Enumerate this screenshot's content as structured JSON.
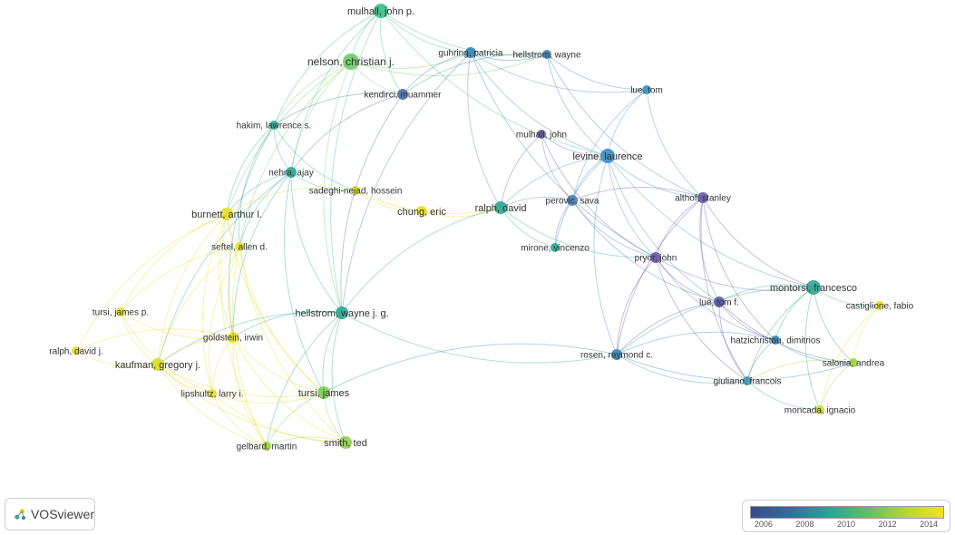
{
  "app": {
    "name": "VOSviewer"
  },
  "legend": {
    "gradient": [
      "#3b4a8c",
      "#2f6f9a",
      "#27a39a",
      "#5cc063",
      "#b5d630",
      "#f0e51c"
    ],
    "ticks": [
      "2006",
      "2008",
      "2010",
      "2012",
      "2014"
    ]
  },
  "nodes": [
    {
      "id": "mulhall_jp",
      "label": "mulhall, john p.",
      "color": "#3dbd8a"
    },
    {
      "id": "nelson",
      "label": "nelson, christian j.",
      "color": "#6fcd6a"
    },
    {
      "id": "guhring",
      "label": "guhring, patricia",
      "color": "#3d84b5"
    },
    {
      "id": "hellstrom_w",
      "label": "hellstrom, wayne",
      "color": "#3d84b5"
    },
    {
      "id": "kendirci",
      "label": "kendirci, muammer",
      "color": "#4d70a8"
    },
    {
      "id": "lue_tom",
      "label": "lue, tom",
      "color": "#3d92c0"
    },
    {
      "id": "hakim",
      "label": "hakim, lawrence s.",
      "color": "#2fa890"
    },
    {
      "id": "mulhall_j",
      "label": "mulhall, john",
      "color": "#6a5aa8"
    },
    {
      "id": "levine",
      "label": "levine, laurence",
      "color": "#3d8ebf"
    },
    {
      "id": "nehra",
      "label": "nehra, ajay",
      "color": "#2fa890"
    },
    {
      "id": "sadeghi",
      "label": "sadeghi-nejad, hossein",
      "color": "#e0de2a"
    },
    {
      "id": "althof",
      "label": "althof, stanley",
      "color": "#6a5aa8"
    },
    {
      "id": "perovic",
      "label": "perovic, sava",
      "color": "#4d80b8"
    },
    {
      "id": "burnett",
      "label": "burnett, arthur l.",
      "color": "#e6e02a"
    },
    {
      "id": "chung",
      "label": "chung, eric",
      "color": "#e6e02a"
    },
    {
      "id": "ralph_d",
      "label": "ralph, david",
      "color": "#2fa890"
    },
    {
      "id": "seftel",
      "label": "seftel, allen d.",
      "color": "#e6e02a"
    },
    {
      "id": "mirone",
      "label": "mirone, vincenzo",
      "color": "#2fa890"
    },
    {
      "id": "pryor",
      "label": "pryor, john",
      "color": "#6a5aa8"
    },
    {
      "id": "montorsi",
      "label": "montorsi, francesco",
      "color": "#2fa890"
    },
    {
      "id": "tursi_jp",
      "label": "tursi, james p.",
      "color": "#e6e02a"
    },
    {
      "id": "hellstrom_wjg",
      "label": "hellstrom, wayne j. g.",
      "color": "#2fa890"
    },
    {
      "id": "lue_tf",
      "label": "lue, tom f.",
      "color": "#5a58a4"
    },
    {
      "id": "castiglione",
      "label": "castiglione, fabio",
      "color": "#e6e02a"
    },
    {
      "id": "goldstein",
      "label": "goldstein, irwin",
      "color": "#e6e02a"
    },
    {
      "id": "hatzichristou",
      "label": "hatzichristou, dimitrios",
      "color": "#3d84b5"
    },
    {
      "id": "ralph_dj",
      "label": "ralph, david j.",
      "color": "#e6e02a"
    },
    {
      "id": "rosen",
      "label": "rosen, raymond c.",
      "color": "#3d84b5"
    },
    {
      "id": "kaufman",
      "label": "kaufman, gregory j.",
      "color": "#d9dc2c"
    },
    {
      "id": "salonia",
      "label": "salonia, andrea",
      "color": "#9fd240"
    },
    {
      "id": "lipshultz",
      "label": "lipshultz, larry i.",
      "color": "#e6e02a"
    },
    {
      "id": "giuliano",
      "label": "giuliano, francois",
      "color": "#3d9ab8"
    },
    {
      "id": "tursi_j",
      "label": "tursi, james",
      "color": "#7ccf5a"
    },
    {
      "id": "moncada",
      "label": "moncada, ignacio",
      "color": "#c8da2e"
    },
    {
      "id": "smith",
      "label": "smith, ted",
      "color": "#8fd250"
    },
    {
      "id": "gelbard",
      "label": "gelbard, martin",
      "color": "#9fd240"
    }
  ],
  "edges": [
    [
      "mulhall_jp",
      "nelson"
    ],
    [
      "mulhall_jp",
      "guhring"
    ],
    [
      "mulhall_jp",
      "kendirci"
    ],
    [
      "mulhall_jp",
      "hellstrom_w"
    ],
    [
      "mulhall_jp",
      "hakim"
    ],
    [
      "mulhall_jp",
      "nehra"
    ],
    [
      "mulhall_jp",
      "hellstrom_wjg"
    ],
    [
      "mulhall_jp",
      "levine"
    ],
    [
      "nelson",
      "kendirci"
    ],
    [
      "nelson",
      "hakim"
    ],
    [
      "nelson",
      "nehra"
    ],
    [
      "nelson",
      "burnett"
    ],
    [
      "nelson",
      "guhring"
    ],
    [
      "nelson",
      "hellstrom_w"
    ],
    [
      "nelson",
      "seftel"
    ],
    [
      "nelson",
      "hellstrom_wjg"
    ],
    [
      "guhring",
      "hellstrom_w"
    ],
    [
      "guhring",
      "kendirci"
    ],
    [
      "guhring",
      "levine"
    ],
    [
      "guhring",
      "lue_tom"
    ],
    [
      "guhring",
      "ralph_d"
    ],
    [
      "guhring",
      "pryor"
    ],
    [
      "guhring",
      "hellstrom_wjg"
    ],
    [
      "hellstrom_w",
      "lue_tom"
    ],
    [
      "hellstrom_w",
      "levine"
    ],
    [
      "hellstrom_w",
      "althof"
    ],
    [
      "hellstrom_w",
      "kendirci"
    ],
    [
      "kendirci",
      "hakim"
    ],
    [
      "kendirci",
      "nehra"
    ],
    [
      "kendirci",
      "hellstrom_wjg"
    ],
    [
      "lue_tom",
      "levine"
    ],
    [
      "lue_tom",
      "perovic"
    ],
    [
      "lue_tom",
      "althof"
    ],
    [
      "mulhall_j",
      "levine"
    ],
    [
      "mulhall_j",
      "perovic"
    ],
    [
      "mulhall_j",
      "ralph_d"
    ],
    [
      "mulhall_j",
      "pryor"
    ],
    [
      "levine",
      "perovic"
    ],
    [
      "levine",
      "ralph_d"
    ],
    [
      "levine",
      "althof"
    ],
    [
      "levine",
      "pryor"
    ],
    [
      "levine",
      "rosen"
    ],
    [
      "levine",
      "mirone"
    ],
    [
      "levine",
      "lue_tf"
    ],
    [
      "levine",
      "montorsi"
    ],
    [
      "hakim",
      "nehra"
    ],
    [
      "hakim",
      "burnett"
    ],
    [
      "hakim",
      "seftel"
    ],
    [
      "hakim",
      "goldstein"
    ],
    [
      "hakim",
      "sadeghi"
    ],
    [
      "nehra",
      "hellstrom_wjg"
    ],
    [
      "nehra",
      "burnett"
    ],
    [
      "nehra",
      "seftel"
    ],
    [
      "nehra",
      "sadeghi"
    ],
    [
      "nehra",
      "tursi_j"
    ],
    [
      "nehra",
      "goldstein"
    ],
    [
      "nehra",
      "kaufman"
    ],
    [
      "sadeghi",
      "chung"
    ],
    [
      "sadeghi",
      "burnett"
    ],
    [
      "sadeghi",
      "ralph_d"
    ],
    [
      "althof",
      "pryor"
    ],
    [
      "althof",
      "lue_tf"
    ],
    [
      "althof",
      "montorsi"
    ],
    [
      "althof",
      "hatzichristou"
    ],
    [
      "althof",
      "giuliano"
    ],
    [
      "althof",
      "rosen"
    ],
    [
      "althof",
      "perovic"
    ],
    [
      "perovic",
      "ralph_d"
    ],
    [
      "perovic",
      "mirone"
    ],
    [
      "perovic",
      "pryor"
    ],
    [
      "perovic",
      "lue_tf"
    ],
    [
      "burnett",
      "seftel"
    ],
    [
      "burnett",
      "goldstein"
    ],
    [
      "burnett",
      "kaufman"
    ],
    [
      "burnett",
      "tursi_jp"
    ],
    [
      "burnett",
      "lipshultz"
    ],
    [
      "burnett",
      "gelbard"
    ],
    [
      "burnett",
      "ralph_dj"
    ],
    [
      "burnett",
      "tursi_j"
    ],
    [
      "chung",
      "ralph_d"
    ],
    [
      "ralph_d",
      "mirone"
    ],
    [
      "ralph_d",
      "pryor"
    ],
    [
      "ralph_d",
      "hellstrom_wjg"
    ],
    [
      "seftel",
      "goldstein"
    ],
    [
      "seftel",
      "kaufman"
    ],
    [
      "seftel",
      "lipshultz"
    ],
    [
      "seftel",
      "tursi_jp"
    ],
    [
      "seftel",
      "tursi_j"
    ],
    [
      "seftel",
      "smith"
    ],
    [
      "seftel",
      "gelbard"
    ],
    [
      "pryor",
      "lue_tf"
    ],
    [
      "pryor",
      "montorsi"
    ],
    [
      "pryor",
      "hatzichristou"
    ],
    [
      "pryor",
      "giuliano"
    ],
    [
      "pryor",
      "rosen"
    ],
    [
      "montorsi",
      "lue_tf"
    ],
    [
      "montorsi",
      "hatzichristou"
    ],
    [
      "montorsi",
      "giuliano"
    ],
    [
      "montorsi",
      "salonia"
    ],
    [
      "montorsi",
      "castiglione"
    ],
    [
      "montorsi",
      "rosen"
    ],
    [
      "montorsi",
      "moncada"
    ],
    [
      "tursi_jp",
      "goldstein"
    ],
    [
      "tursi_jp",
      "kaufman"
    ],
    [
      "tursi_jp",
      "lipshultz"
    ],
    [
      "hellstrom_wjg",
      "tursi_j"
    ],
    [
      "hellstrom_wjg",
      "smith"
    ],
    [
      "hellstrom_wjg",
      "rosen"
    ],
    [
      "hellstrom_wjg",
      "goldstein"
    ],
    [
      "hellstrom_wjg",
      "kaufman"
    ],
    [
      "hellstrom_wjg",
      "gelbard"
    ],
    [
      "lue_tf",
      "hatzichristou"
    ],
    [
      "lue_tf",
      "giuliano"
    ],
    [
      "lue_tf",
      "rosen"
    ],
    [
      "lue_tf",
      "salonia"
    ],
    [
      "castiglione",
      "salonia"
    ],
    [
      "castiglione",
      "moncada"
    ],
    [
      "goldstein",
      "kaufman"
    ],
    [
      "goldstein",
      "lipshultz"
    ],
    [
      "goldstein",
      "tursi_j"
    ],
    [
      "goldstein",
      "smith"
    ],
    [
      "goldstein",
      "gelbard"
    ],
    [
      "goldstein",
      "ralph_dj"
    ],
    [
      "hatzichristou",
      "giuliano"
    ],
    [
      "hatzichristou",
      "salonia"
    ],
    [
      "hatzichristou",
      "rosen"
    ],
    [
      "ralph_dj",
      "kaufman"
    ],
    [
      "rosen",
      "giuliano"
    ],
    [
      "rosen",
      "tursi_j"
    ],
    [
      "rosen",
      "salonia"
    ],
    [
      "kaufman",
      "lipshultz"
    ],
    [
      "kaufman",
      "tursi_j"
    ],
    [
      "kaufman",
      "gelbard"
    ],
    [
      "kaufman",
      "smith"
    ],
    [
      "salonia",
      "giuliano"
    ],
    [
      "salonia",
      "moncada"
    ],
    [
      "lipshultz",
      "tursi_j"
    ],
    [
      "lipshultz",
      "gelbard"
    ],
    [
      "lipshultz",
      "smith"
    ],
    [
      "giuliano",
      "moncada"
    ],
    [
      "tursi_j",
      "smith"
    ],
    [
      "tursi_j",
      "gelbard"
    ],
    [
      "smith",
      "gelbard"
    ]
  ]
}
